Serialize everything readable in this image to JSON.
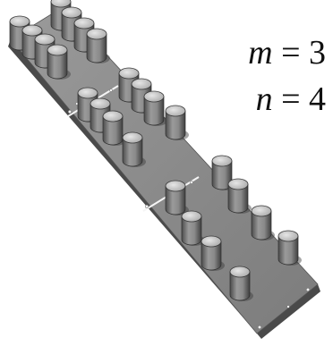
{
  "parameters": [
    {
      "variable": "m",
      "operator": "=",
      "value": "3"
    },
    {
      "variable": "n",
      "operator": "=",
      "value": "4"
    }
  ],
  "module_count": 3,
  "cylinders_per_module": 8,
  "colors": {
    "background": "#ffffff",
    "plate_top": "#8f8f8f",
    "plate_edge": "#4a4a4a",
    "cylinder_body": "#7a7a7a",
    "cylinder_cap": "#c9c9c9",
    "hole": "#f2f2f2"
  }
}
